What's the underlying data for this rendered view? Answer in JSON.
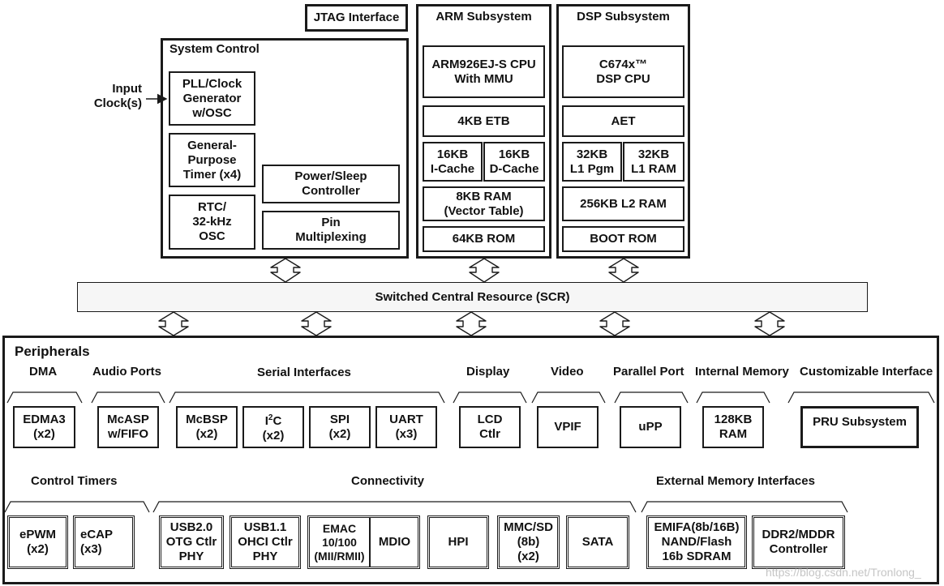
{
  "jtag": "JTAG Interface",
  "arm": {
    "title": "ARM Subsystem",
    "cpu": [
      "ARM926EJ-S CPU",
      "With MMU"
    ],
    "etb": "4KB ETB",
    "icache": [
      "16KB",
      "I-Cache"
    ],
    "dcache": [
      "16KB",
      "D-Cache"
    ],
    "ram": [
      "8KB RAM",
      "(Vector Table)"
    ],
    "rom": "64KB ROM"
  },
  "dsp": {
    "title": "DSP Subsystem",
    "cpu": [
      "C674x™",
      "DSP CPU"
    ],
    "aet": "AET",
    "l1pgm": [
      "32KB",
      "L1 Pgm"
    ],
    "l1ram": [
      "32KB",
      "L1 RAM"
    ],
    "l2": "256KB L2 RAM",
    "boot": "BOOT ROM"
  },
  "syscontrol": {
    "title": "System Control",
    "input": [
      "Input",
      "Clock(s)"
    ],
    "pll": [
      "PLL/Clock",
      "Generator",
      "w/OSC"
    ],
    "timer": [
      "General-",
      "Purpose",
      "Timer (x4)"
    ],
    "rtc": [
      "RTC/",
      "32-kHz",
      "OSC"
    ],
    "power": [
      "Power/Sleep",
      "Controller"
    ],
    "pin": [
      "Pin",
      "Multiplexing"
    ]
  },
  "scr": "Switched Central Resource (SCR)",
  "peripherals": {
    "title": "Peripherals",
    "groups": {
      "dma": "DMA",
      "audio": "Audio Ports",
      "serial": "Serial Interfaces",
      "display": "Display",
      "video": "Video",
      "parallel": "Parallel Port",
      "intmem": "Internal Memory",
      "custom": "Customizable Interface",
      "timers": "Control Timers",
      "conn": "Connectivity",
      "extmem": "External Memory Interfaces"
    },
    "edma": [
      "EDMA3",
      "(x2)"
    ],
    "mcasp": [
      "McASP",
      "w/FIFO"
    ],
    "mcbsp": [
      "McBSP",
      "(x2)"
    ],
    "i2c_main": "I",
    "i2c_sup": "2",
    "i2c_tail": "C",
    "i2c_count": "(x2)",
    "spi": [
      "SPI",
      "(x2)"
    ],
    "uart": [
      "UART",
      "(x3)"
    ],
    "lcd": [
      "LCD",
      "Ctlr"
    ],
    "vpif": "VPIF",
    "upp": "uPP",
    "ram128": [
      "128KB",
      "RAM"
    ],
    "pru": "PRU Subsystem",
    "epwm": [
      "ePWM",
      "(x2)"
    ],
    "ecap": [
      "eCAP",
      "(x3)"
    ],
    "usb20": [
      "USB2.0",
      "OTG Ctlr",
      "PHY"
    ],
    "usb11": [
      "USB1.1",
      "OHCI Ctlr",
      "PHY"
    ],
    "emac": [
      "EMAC",
      "10/100",
      "(MII/RMII)"
    ],
    "mdio": "MDIO",
    "hpi": "HPI",
    "mmc": [
      "MMC/SD",
      "(8b)",
      "(x2)"
    ],
    "sata": "SATA",
    "emifa": [
      "EMIFA(8b/16B)",
      "NAND/Flash",
      "16b SDRAM"
    ],
    "ddr": [
      "DDR2/MDDR",
      "Controller"
    ]
  },
  "watermark": "https://blog.csdn.net/Tronlong_"
}
